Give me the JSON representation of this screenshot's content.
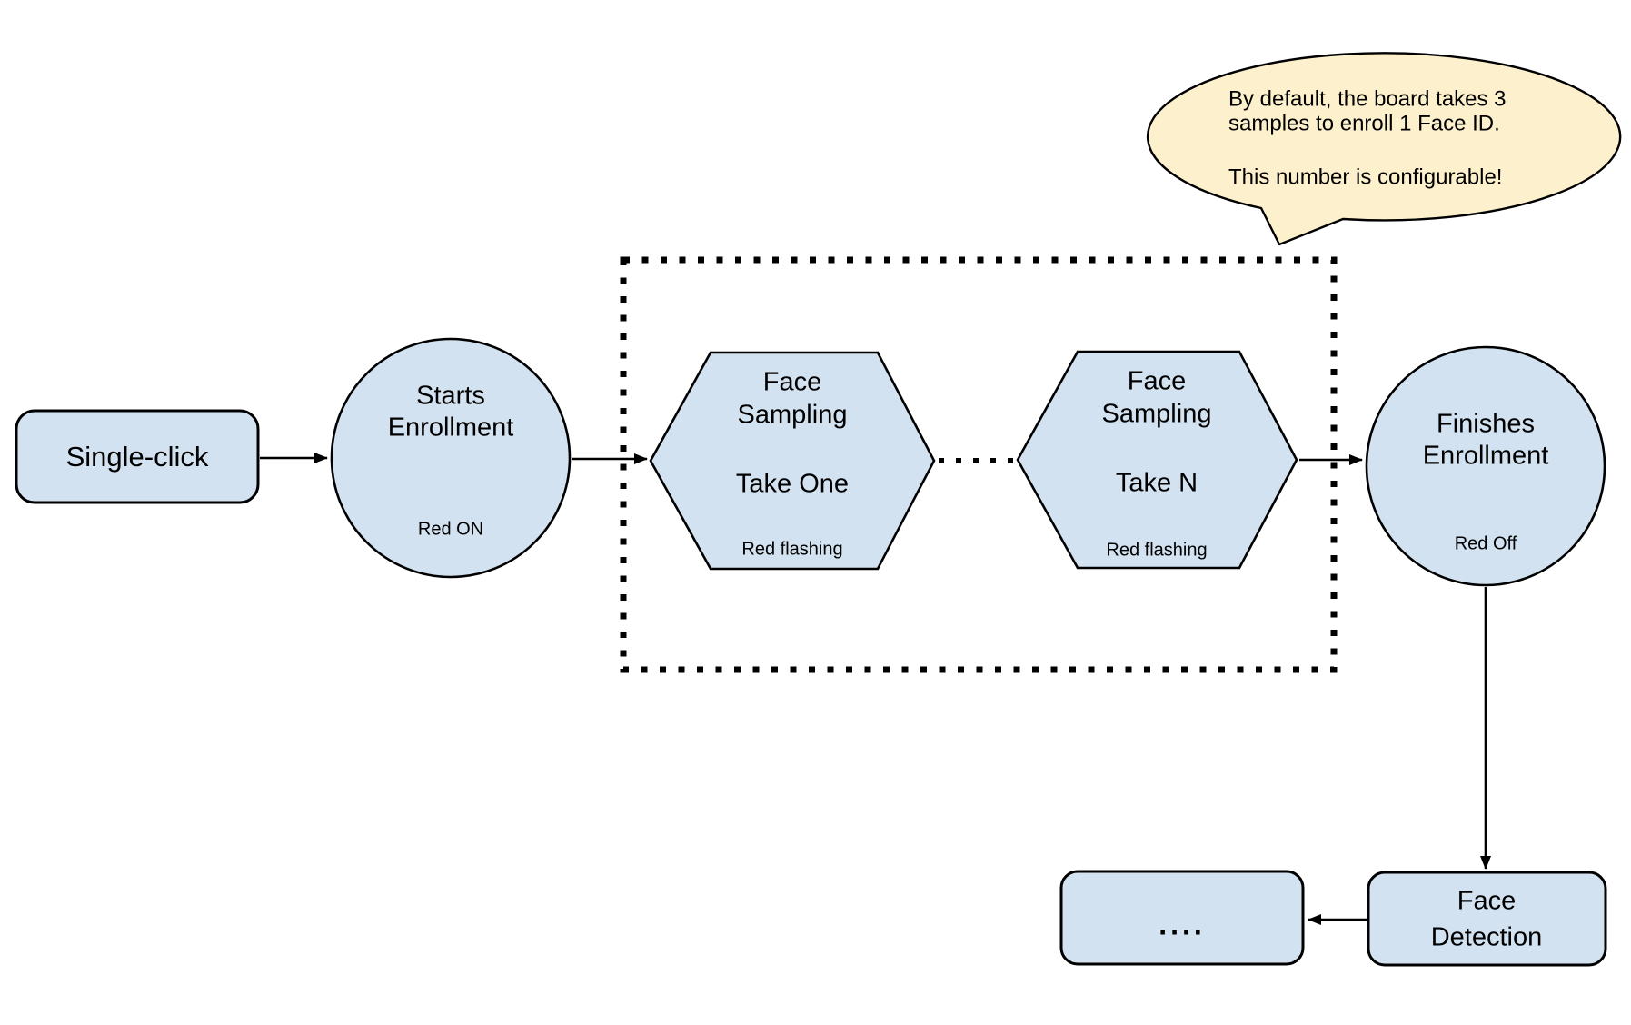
{
  "diagram": {
    "nodes": {
      "single_click": {
        "label": "Single-click"
      },
      "starts_enrollment": {
        "title_line1": "Starts",
        "title_line2": "Enrollment",
        "status": "Red ON"
      },
      "face_sampling_one": {
        "title_line1": "Face",
        "title_line2": "Sampling",
        "step": "Take One",
        "status": "Red flashing"
      },
      "face_sampling_n": {
        "title_line1": "Face",
        "title_line2": "Sampling",
        "step": "Take N",
        "status": "Red flashing"
      },
      "finishes_enrollment": {
        "title_line1": "Finishes",
        "title_line2": "Enrollment",
        "status": "Red Off"
      },
      "face_detection": {
        "title_line1": "Face",
        "title_line2": "Detection"
      },
      "continuation": {
        "label": "...."
      }
    },
    "callout": {
      "line1": "By default, the board takes 3",
      "line2": "samples to enroll 1 Face ID.",
      "line3": "This number is configurable!"
    },
    "colors": {
      "node_fill": "#d3e2f0",
      "node_stroke": "#000000",
      "callout_fill": "#fdf0cc",
      "background": "#ffffff"
    }
  }
}
